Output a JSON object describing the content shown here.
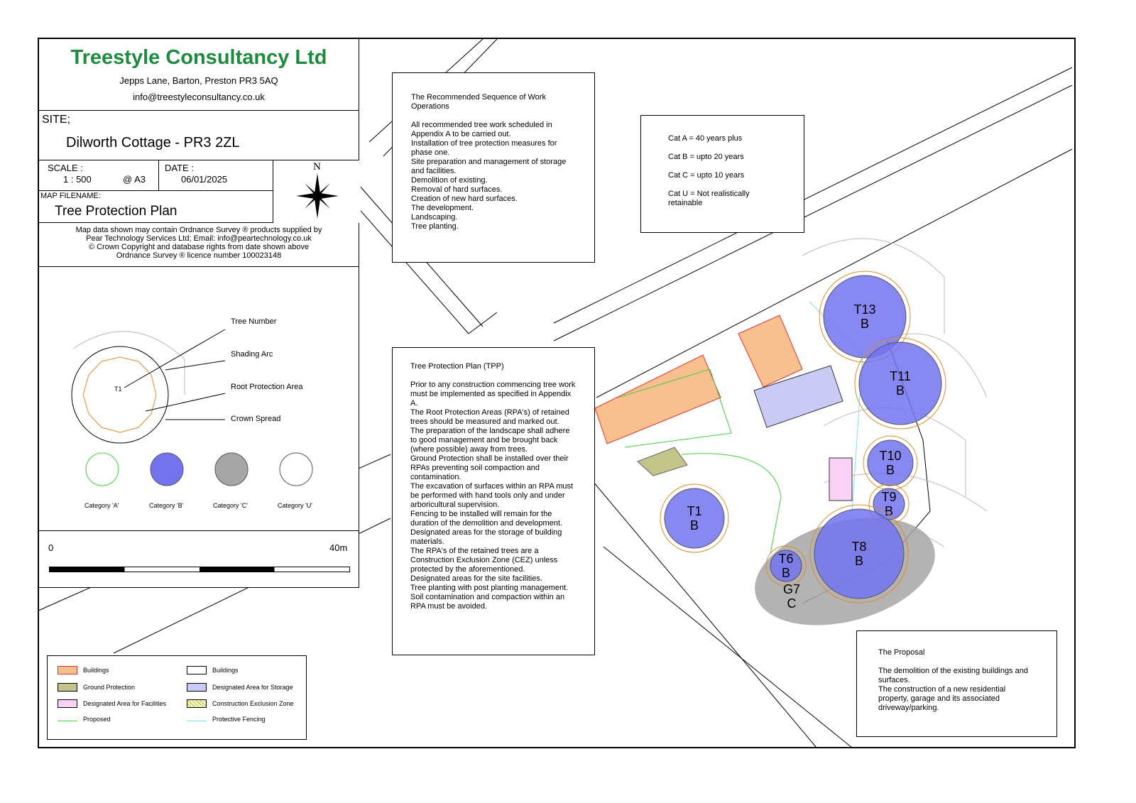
{
  "header": {
    "company": "Treestyle Consultancy Ltd",
    "address": "Jepps Lane, Barton, Preston PR3 5AQ",
    "email": "info@treestyleconsultancy.co.uk"
  },
  "site": {
    "label": "SITE;",
    "name": "Dilworth Cottage - PR3 2ZL"
  },
  "scale": {
    "label": "SCALE :",
    "value": "1 : 500",
    "paper": "@ A3"
  },
  "date": {
    "label": "DATE :",
    "value": "06/01/2025"
  },
  "north": "N",
  "filename": {
    "label": "MAP FILENAME:",
    "value": "Tree Protection Plan"
  },
  "copyright": [
    "Map data shown may contain Ordnance Survey ® products supplied by",
    "Pear Technology Services Ltd; Email: info@peartechnology.co.uk",
    "© Crown Copyright and database rights from date shown above",
    "Ordnance Survey ® licence number 100023148"
  ],
  "key_diagram": {
    "tree_label": "T1",
    "callouts": [
      "Tree Number",
      "Shading Arc",
      "Root Protection Area",
      "Crown Spread"
    ],
    "categories": [
      "Category 'A'",
      "Category 'B'",
      "Category 'C'",
      "Category 'U'"
    ]
  },
  "scalebar": {
    "start": "0",
    "end": "40m"
  },
  "sequence": {
    "title": "The Recommended Sequence of Work Operations",
    "items": [
      "All recommended tree work scheduled in Appendix A to be carried out.",
      "Installation of tree protection measures for phase one.",
      "Site preparation and management of storage and facilities.",
      "Demolition of existing.",
      "Removal of hard surfaces.",
      "Creation of new hard surfaces.",
      "The development.",
      "Landscaping.",
      "Tree planting."
    ]
  },
  "categories_box": [
    "Cat A = 40 years plus",
    "Cat B = upto 20 years",
    "Cat C = upto 10 years",
    "Cat U = Not realistically retainable"
  ],
  "tpp": {
    "title": "Tree Protection Plan (TPP)",
    "items": [
      "Prior to any construction commencing tree work must be implemented as specified in Appendix A.",
      "The Root Protection Areas (RPA's) of retained trees should be measured and marked out.",
      "The preparation of the landscape shall adhere to good management and be brought back (where possible) away from trees.",
      "Ground Protection shall be installed over their RPAs preventing soil compaction and contamination.",
      "The excavation of surfaces within an RPA must be performed with hand tools only and under arboricultural supervision.",
      "Fencing to be installed will remain for the duration of the demolition and development.",
      "Designated areas for the storage of building materials.",
      "The RPA's of the retained trees are a Construction Exclusion Zone (CEZ) unless protected by the aforementioned.",
      "Designated areas for the site facilities.",
      "Tree planting with post planting management.",
      "Soil contamination and compaction within an RPA must be avoided."
    ]
  },
  "proposal": {
    "title": "The Proposal",
    "items": [
      "The demolition of the existing buildings and surfaces.",
      "The construction of a new residential property, garage and its associated driveway/parking."
    ]
  },
  "trees": [
    {
      "id": "T13",
      "cat": "B"
    },
    {
      "id": "T11",
      "cat": "B"
    },
    {
      "id": "T10",
      "cat": "B"
    },
    {
      "id": "T9",
      "cat": "B"
    },
    {
      "id": "T8",
      "cat": "B"
    },
    {
      "id": "T6",
      "cat": "B"
    },
    {
      "id": "T1",
      "cat": "B"
    },
    {
      "id": "G7",
      "cat": "C"
    }
  ],
  "legend": [
    "Buildings",
    "Buildings",
    "Ground Protection",
    "Designated Area for Storage",
    "Designated Area for Facilities",
    "Construction Exclusion Zone",
    "Proposed",
    "Protective Fencing"
  ],
  "colors": {
    "brand": "#1e8a3e",
    "building": "#f9c08f",
    "ground": "#c3c48a",
    "storage": "#c9cbf5",
    "facilities": "#f9d3f5",
    "catB": "#7373f0",
    "catC": "#a6a6a6",
    "rpa": "#e08a2a",
    "proposed": "#3fcf3f",
    "fencing": "#7ee0e6"
  }
}
